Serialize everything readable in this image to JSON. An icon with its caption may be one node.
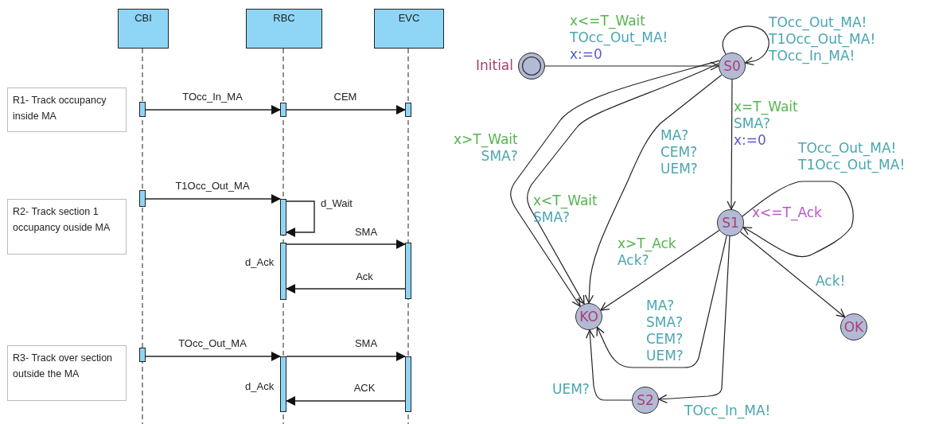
{
  "diagram": {
    "nodes": [
      {
        "text": [
          "CBI"
        ]
      },
      {
        "text": [
          "RBC"
        ]
      },
      {
        "text": [
          "EVC"
        ]
      },
      {
        "text": [
          "R1- Track occupancy inside MA"
        ]
      },
      {
        "text": [],
        "shape": "bar"
      },
      {
        "text": [],
        "shape": "bar"
      },
      {
        "text": [],
        "shape": "bar"
      },
      {
        "text": [
          "R2- Track section 1 occupancy ouside MA"
        ]
      },
      {
        "text": [],
        "shape": "bar"
      },
      {
        "text": [],
        "shape": "bar"
      },
      {
        "text": [],
        "shape": "bar",
        "beside": [
          "d_Ack"
        ]
      },
      {
        "text": [],
        "shape": "bar"
      },
      {
        "text": [
          "R3- Track over section outside the MA"
        ]
      },
      {
        "text": [],
        "shape": "bar"
      },
      {
        "text": [],
        "shape": "bar",
        "beside": [
          "d_Ack"
        ]
      },
      {
        "text": [],
        "shape": "bar"
      },
      {
        "text": [
          "Initial"
        ]
      },
      {
        "text": [
          "S0"
        ]
      },
      {
        "text": [
          "S1"
        ],
        "beside": [
          "x<=T_Ack"
        ]
      },
      {
        "text": [
          "KO"
        ]
      },
      {
        "text": [
          "OK"
        ]
      },
      {
        "text": [
          "S2"
        ]
      }
    ],
    "edges": [
      {
        "from": 4,
        "to": 5,
        "arrow": "to",
        "label": "TOcc_In_MA"
      },
      {
        "from": 5,
        "to": 6,
        "arrow": "to",
        "label": "CEM"
      },
      {
        "from": 8,
        "to": 9,
        "arrow": "to",
        "label": "T1Occ_Out_MA"
      },
      {
        "from": 9,
        "to": 9,
        "arrow": "to",
        "label": "d_Wait"
      },
      {
        "from": 10,
        "to": 11,
        "arrow": "to",
        "label": "SMA"
      },
      {
        "from": 11,
        "to": 10,
        "arrow": "to",
        "label": "Ack"
      },
      {
        "from": 13,
        "to": 14,
        "arrow": "to",
        "label": "TOcc_Out_MA"
      },
      {
        "from": 14,
        "to": 15,
        "arrow": "to",
        "label": "SMA"
      },
      {
        "from": 15,
        "to": 14,
        "arrow": "to",
        "label": "ACK"
      },
      {
        "from": 16,
        "to": 17,
        "arrow": "to",
        "label": "x<=T_Wait TOcc_Out_MA! x:=0"
      },
      {
        "from": 17,
        "to": 17,
        "arrow": "to",
        "label": "TOcc_Out_MA! T1Occ_Out_MA! TOcc_In_MA!"
      },
      {
        "from": 17,
        "to": 18,
        "arrow": "to",
        "label": "x=T_Wait SMA? x:=0"
      },
      {
        "from": 17,
        "to": 19,
        "arrow": "to",
        "label": "x>T_Wait SMA?"
      },
      {
        "from": 17,
        "to": 19,
        "arrow": "to",
        "label": "x<T_Wait SMA?"
      },
      {
        "from": 17,
        "to": 19,
        "arrow": "to",
        "label": "MA? CEM? UEM?"
      },
      {
        "from": 18,
        "to": 18,
        "arrow": "to",
        "label": "TOcc_Out_MA! T1Occ_Out_MA!"
      },
      {
        "from": 18,
        "to": 19,
        "arrow": "to",
        "label": "x>T_Ack Ack?"
      },
      {
        "from": 18,
        "to": 19,
        "arrow": "to",
        "label": "MA? SMA? CEM? UEM?"
      },
      {
        "from": 18,
        "to": 21,
        "arrow": "to",
        "label": "TOcc_In_MA!"
      },
      {
        "from": 21,
        "to": 19,
        "arrow": "to",
        "label": "UEM?"
      },
      {
        "from": 18,
        "to": 20,
        "arrow": "to",
        "label": "Ack!"
      }
    ]
  }
}
